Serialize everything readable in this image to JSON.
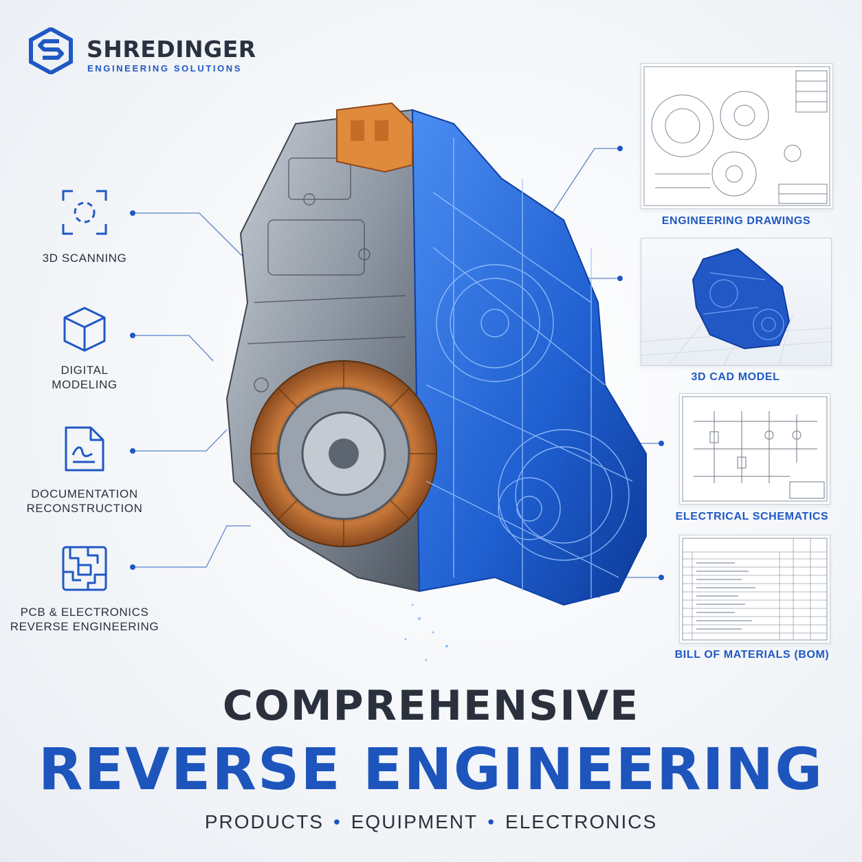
{
  "brand": {
    "name": "SHREDINGER",
    "tagline": "ENGINEERING SOLUTIONS",
    "color": "#1f58c4"
  },
  "services": [
    {
      "icon": "scan-frame-icon",
      "line1": "3D SCANNING",
      "line2": ""
    },
    {
      "icon": "cube-icon",
      "line1": "DIGITAL",
      "line2": "MODELING"
    },
    {
      "icon": "document-icon",
      "line1": "DOCUMENTATION",
      "line2": "RECONSTRUCTION"
    },
    {
      "icon": "circuit-board-icon",
      "line1": "PCB & ELECTRONICS",
      "line2": "REVERSE ENGINEERING"
    }
  ],
  "deliverables": [
    {
      "label": "ENGINEERING DRAWINGS"
    },
    {
      "label": "3D CAD MODEL"
    },
    {
      "label": "ELECTRICAL SCHEMATICS"
    },
    {
      "label": "BILL OF MATERIALS (BOM)"
    }
  ],
  "headline": {
    "line1": "COMPREHENSIVE",
    "line2": "REVERSE ENGINEERING"
  },
  "subtitle": {
    "items": [
      "PRODUCTS",
      "EQUIPMENT",
      "ELECTRONICS"
    ],
    "separator": "•"
  },
  "colors": {
    "accent": "#1f58c4",
    "dark_text": "#2b313c",
    "copper": "#b86a32",
    "metal": "#8e97a3",
    "wireframe": "#2a6fe0"
  }
}
